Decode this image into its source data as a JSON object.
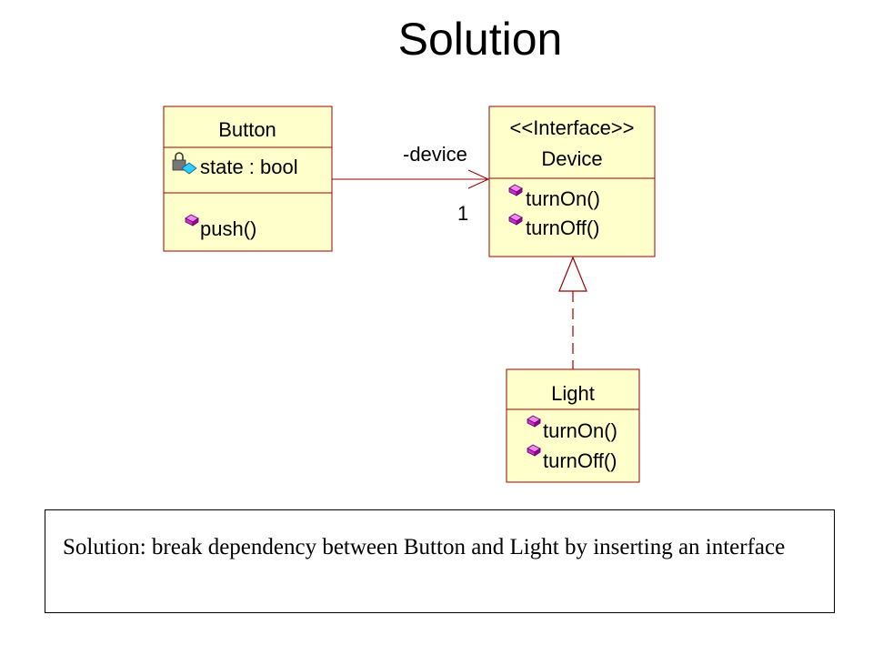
{
  "title": "Solution",
  "classes": {
    "button": {
      "name": "Button",
      "attribute": "state : bool",
      "operation": "push()"
    },
    "device": {
      "stereotype": "<<Interface>>",
      "name": "Device",
      "operations": [
        "turnOn()",
        "turnOff()"
      ]
    },
    "light": {
      "name": "Light",
      "operations": [
        "turnOn()",
        "turnOff()"
      ]
    }
  },
  "association": {
    "role": "-device",
    "multiplicity": "1"
  },
  "note": "Solution: break dependency between Button and Light by inserting an interface",
  "colors": {
    "class_fill": "#ffffcc",
    "class_border": "#990000",
    "operation_icon": "#cc33cc",
    "attribute_icon": "#33ccff"
  }
}
